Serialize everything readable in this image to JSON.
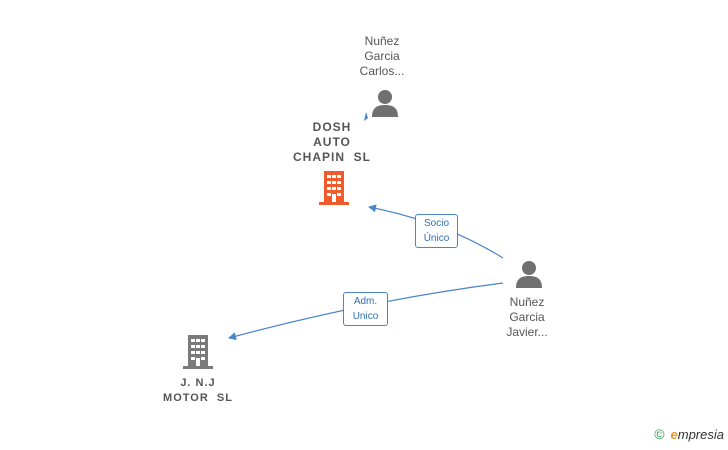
{
  "colors": {
    "edge": "#4a84c9",
    "focus_company": "#f15a2b",
    "company": "#7a7a7a",
    "person": "#707070"
  },
  "nodes": {
    "person_top": {
      "line1": "Nuñez",
      "line2": "Garcia",
      "line3": "Carlos..."
    },
    "dosh": {
      "line1": "DOSH",
      "line2": "AUTO",
      "line3": "CHAPIN  SL"
    },
    "person_right": {
      "line1": "Nuñez",
      "line2": "Garcia",
      "line3": "Javier..."
    },
    "jnj": {
      "line1": "J. N.J",
      "line2": "MOTOR  SL"
    }
  },
  "edges": {
    "socio": {
      "line1": "Socio",
      "line2": "Único"
    },
    "adm": {
      "line1": "Adm.",
      "line2": "Unico"
    }
  },
  "brand": {
    "copyright": "©",
    "initial": "e",
    "rest": "mpresia"
  }
}
